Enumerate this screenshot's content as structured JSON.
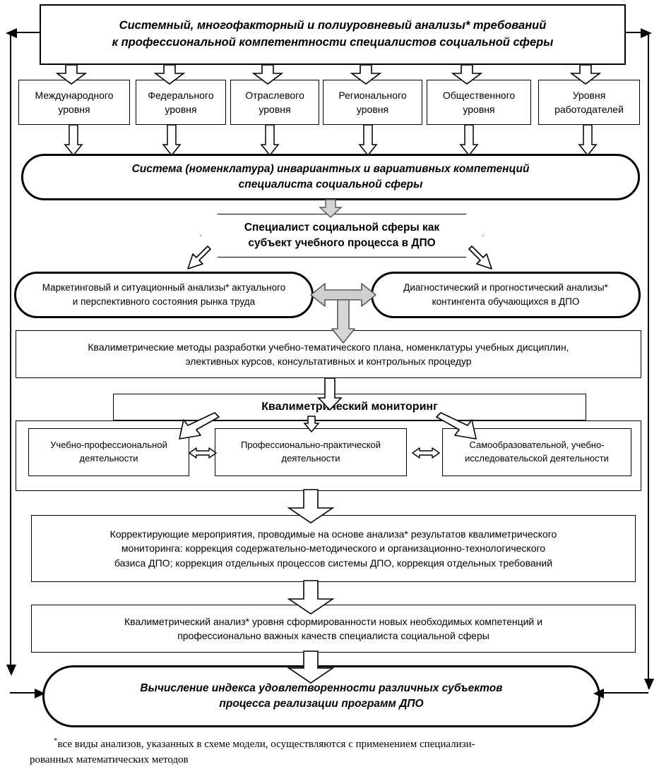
{
  "diagram": {
    "title_box": {
      "line1": "Системный, многофакторный и полиуровневый анализы* требований",
      "line2": "к профессиональной компетентности специалистов социальной сферы"
    },
    "levels": [
      {
        "line1": "Международного",
        "line2": "уровня"
      },
      {
        "line1": "Федерального",
        "line2": "уровня"
      },
      {
        "line1": "Отраслевого",
        "line2": "уровня"
      },
      {
        "line1": "Регионального",
        "line2": "уровня"
      },
      {
        "line1": "Общественного",
        "line2": "уровня"
      },
      {
        "line1": "Уровня",
        "line2": "работодателей"
      }
    ],
    "competency_system": {
      "line1": "Система (номенклатура) инвариантных и вариативных компетенций",
      "line2": "специалиста социальной сферы"
    },
    "specialist": {
      "line1": "Специалист социальной сферы как",
      "line2": "субъект учебного процесса в ДПО"
    },
    "marketing_analysis": {
      "line1": "Маркетинговый и ситуационный анализы* актуального",
      "line2": "и перспективного состояния рынка труда"
    },
    "diagnostic_analysis": {
      "line1": "Диагностический и прогностический анализы*",
      "line2": "контингента обучающихся в ДПО"
    },
    "qualimetric_methods": {
      "line1": "Квалиметрические методы разработки учебно-тематического плана, номенклатуры учебных дисциплин,",
      "line2": "элективных курсов, консультативных и контрольных процедур"
    },
    "monitoring_header": "Квалиметрический мониторинг",
    "monitoring_items": [
      {
        "line1": "Учебно-профессиональной",
        "line2": "деятельности"
      },
      {
        "line1": "Профессионально-практической",
        "line2": "деятельности"
      },
      {
        "line1": "Самообразовательной, учебно-",
        "line2": "исследовательской деятельности"
      }
    ],
    "corrective_measures": {
      "line1": "Корректирующие мероприятия, проводимые на основе анализа* результатов квалиметрического",
      "line2": "мониторинга: коррекция содержательно-методического и организационно-технологического",
      "line3": "базиса ДПО; коррекция отдельных процессов системы ДПО, коррекция отдельных требований"
    },
    "qualimetric_analysis": {
      "line1": "Квалиметрический анализ* уровня сформированности новых необходимых компетенций и",
      "line2": "профессионально важных качеств специалиста социальной сферы"
    },
    "satisfaction_index": {
      "line1": "Вычисление индекса удовлетворенности различных субъектов",
      "line2": "процесса реализации программ ДПО"
    },
    "footnote": {
      "marker": "*",
      "line1": "все виды анализов, указанных в схеме модели, осуществляются с применением специализи-",
      "line2": "рованных математических методов"
    }
  },
  "colors": {
    "stroke": "#000000",
    "fill": "#ffffff",
    "arrow_gray": "#c8c8c8"
  }
}
